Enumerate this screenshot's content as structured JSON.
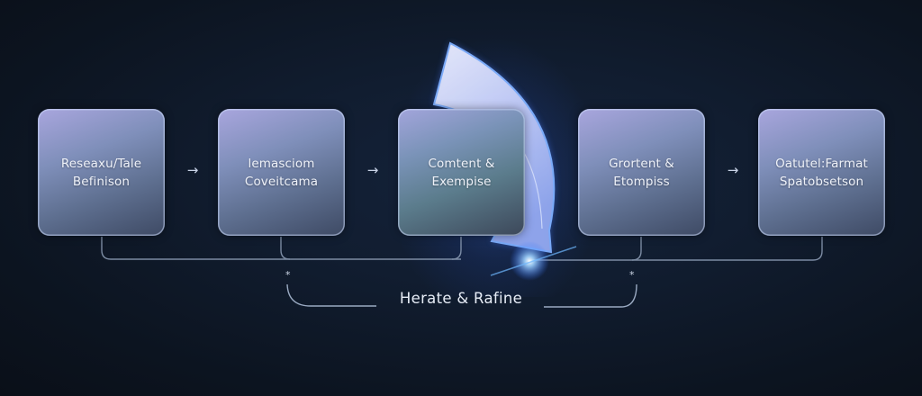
{
  "diagram": {
    "type": "process-flow",
    "steps": [
      {
        "id": 1,
        "label_line1": "Reseaxu/Tale",
        "label_line2": "Befinison"
      },
      {
        "id": 2,
        "label_line1": "lemasciom",
        "label_line2": "Coveitcama"
      },
      {
        "id": 3,
        "label_line1": "Comtent &",
        "label_line2": "Exempise"
      },
      {
        "id": 4,
        "label_line1": "Grortent &",
        "label_line2": "Etompiss"
      },
      {
        "id": 5,
        "label_line1": "Oatutel:Farmat",
        "label_line2": "Spatobsetson"
      }
    ],
    "arrows": [
      {
        "from": 1,
        "to": 2,
        "glyph": "→"
      },
      {
        "from": 2,
        "to": 3,
        "glyph": "→"
      },
      {
        "from": 4,
        "to": 5,
        "glyph": "→"
      }
    ],
    "feedback_loop": {
      "label": "Herate & Rafine",
      "markers": [
        "*",
        "*"
      ]
    },
    "colors": {
      "background": "#111d30",
      "box_top": "#a9a6de",
      "box_bottom": "#3e4a64",
      "connector": "#8fa0b8",
      "glow_arrow": "#c9d4ff",
      "glow_accent": "#4f8dff"
    }
  }
}
